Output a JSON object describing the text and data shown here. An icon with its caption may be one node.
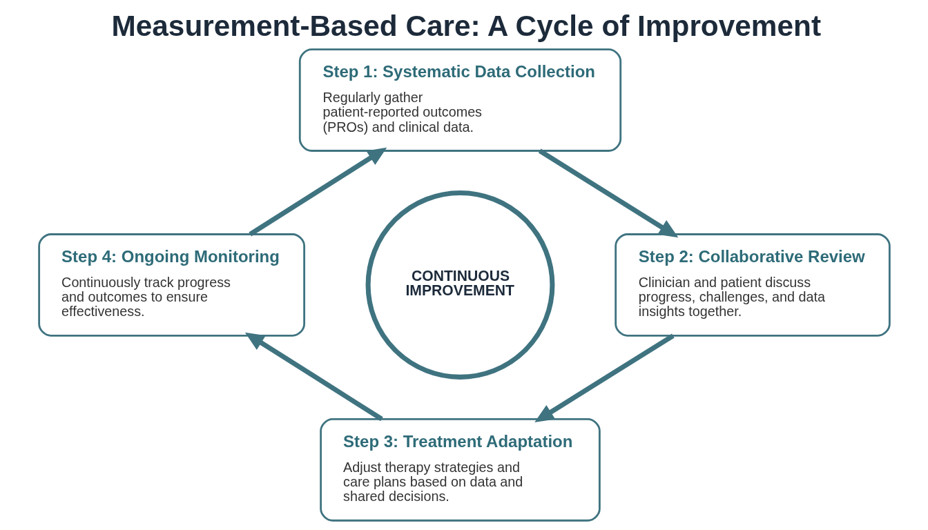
{
  "diagram": {
    "title": "Measurement-Based Care: A Cycle of Improvement",
    "nodes": [
      {
        "text": [
          "Step 1: Systematic Data Collection",
          "Regularly gather patient-reported outcomes (PROs) and clinical data."
        ]
      },
      {
        "text": [
          "Step 4: Ongoing Monitoring",
          "Continuously track progress and outcomes to ensure effectiveness."
        ]
      },
      {
        "text": [
          "CONTINUOUS IMPROVEMENT"
        ]
      },
      {
        "text": [
          "Step 2: Collaborative Review",
          "Clinician and patient discuss progress, challenges, and data insights together."
        ]
      },
      {
        "text": [
          "Step 3: Treatment Adaptation",
          "Adjust therapy strategies and care plans based on data and shared decisions."
        ]
      }
    ],
    "edges": [
      {
        "from": 0,
        "to": 3,
        "arrow": "to"
      },
      {
        "from": 3,
        "to": 4,
        "arrow": "to"
      },
      {
        "from": 4,
        "to": 1,
        "arrow": "to"
      },
      {
        "from": 1,
        "to": 0,
        "arrow": "to"
      }
    ]
  }
}
